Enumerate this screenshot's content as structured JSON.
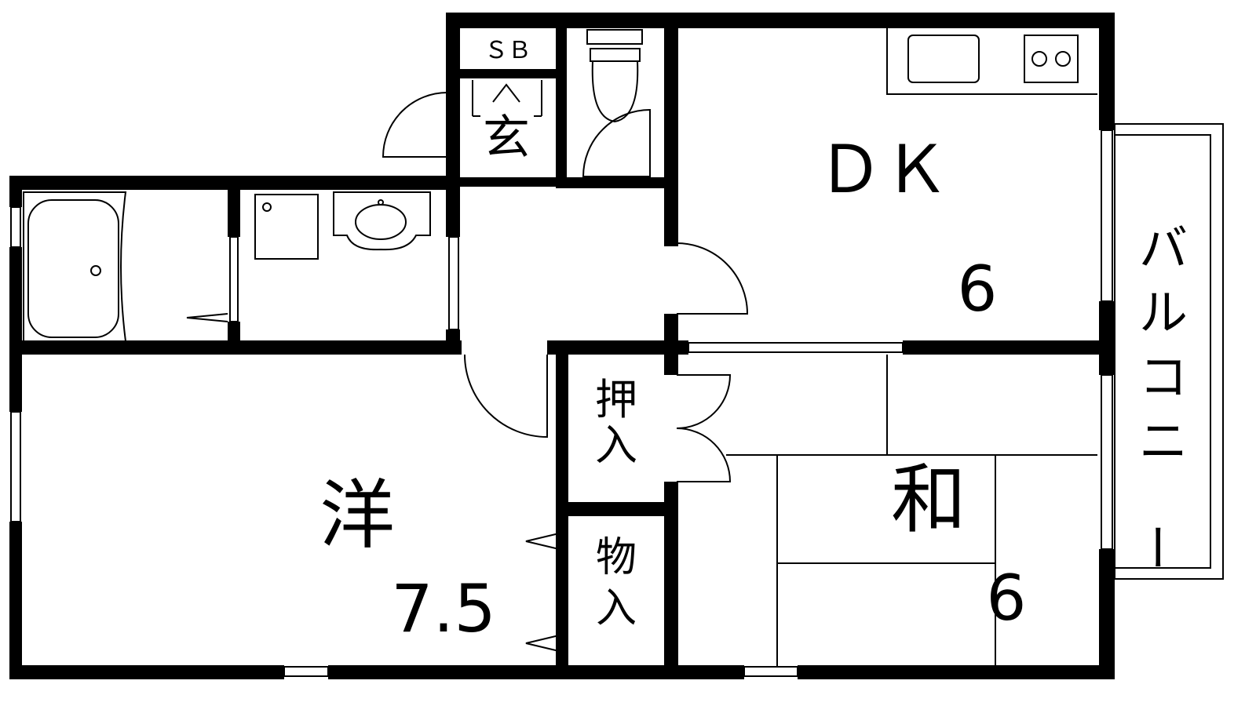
{
  "rooms": {
    "shoe_box": "ＳＢ",
    "entrance": "玄",
    "dining_kitchen": {
      "name": "ＤＫ",
      "size": "6"
    },
    "western_room": {
      "name": "洋",
      "size": "7.5"
    },
    "japanese_room": {
      "name": "和",
      "size": "6"
    },
    "closet": "押入",
    "storage": "物入",
    "balcony": "バルコニー"
  },
  "icons": [
    "bathtub-icon",
    "washing-machine-icon",
    "washbasin-icon",
    "toilet-icon",
    "sink-icon",
    "gas-stove-icon"
  ],
  "colors": {
    "line": "#000000",
    "background": "#ffffff"
  }
}
